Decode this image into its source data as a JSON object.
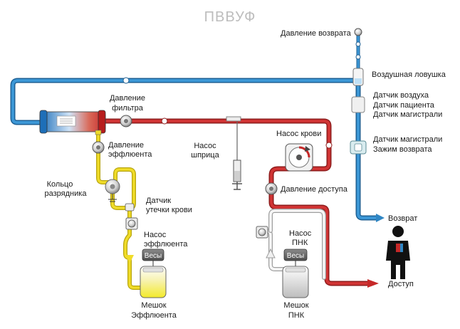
{
  "title": "ПВВУФ",
  "labels": {
    "return_pressure": "Давление возврата",
    "air_trap": "Воздушная ловушка",
    "air_sensor": "Датчик воздуха",
    "patient_sensor": "Датчик пациента",
    "line_sensor": "Датчик магистрали",
    "line_sensor_2": "Датчик магистрали",
    "return_clamp": "Зажим возврата",
    "filter_pressure_1": "Давление",
    "filter_pressure_2": "фильтра",
    "effluent_pressure_1": "Давление",
    "effluent_pressure_2": "эффлюента",
    "syringe_pump_1": "Насос",
    "syringe_pump_2": "шприца",
    "blood_pump": "Насос крови",
    "access_pressure": "Давление доступа",
    "discharge_ring_1": "Кольцо",
    "discharge_ring_2": "разрядника",
    "blood_leak_1": "Датчик",
    "blood_leak_2": "утечки крови",
    "effluent_pump_1": "Насос",
    "effluent_pump_2": "эффлюента",
    "scale": "Весы",
    "scale_2": "Весы",
    "effluent_bag_1": "Мешок",
    "effluent_bag_2": "Эффлюента",
    "pbp_pump_1": "Насос",
    "pbp_pump_2": "ПНК",
    "pbp_bag_1": "Мешок",
    "pbp_bag_2": "ПНК",
    "return_label": "Возврат",
    "access_label": "Доступ"
  },
  "colors": {
    "blue_line": "#2f86c4",
    "red_line": "#c62828",
    "yellow_line": "#e8d21f",
    "white_line": "#f2f2f2",
    "effluent_fluid": "#f3ea2a",
    "pbp_fluid": "#cfcfcf",
    "title": "#bdbdbd"
  }
}
